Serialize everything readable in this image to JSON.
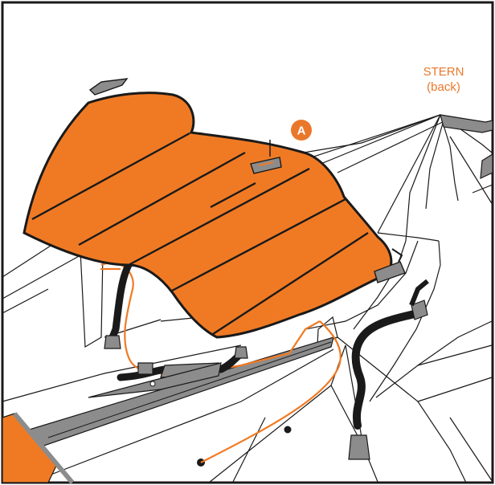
{
  "labels": {
    "stern_line1": "STERN",
    "stern_line2": "(back)",
    "callout_a": "A"
  },
  "colors": {
    "seat_fabric": "#f07a24",
    "callout": "#e9782b",
    "label": "#e9782b",
    "outline": "#1a1a1a",
    "grey_parts": "#8c8c8c"
  },
  "icons": [
    "callout-a-badge",
    "buckle-icon",
    "strap-icon"
  ]
}
